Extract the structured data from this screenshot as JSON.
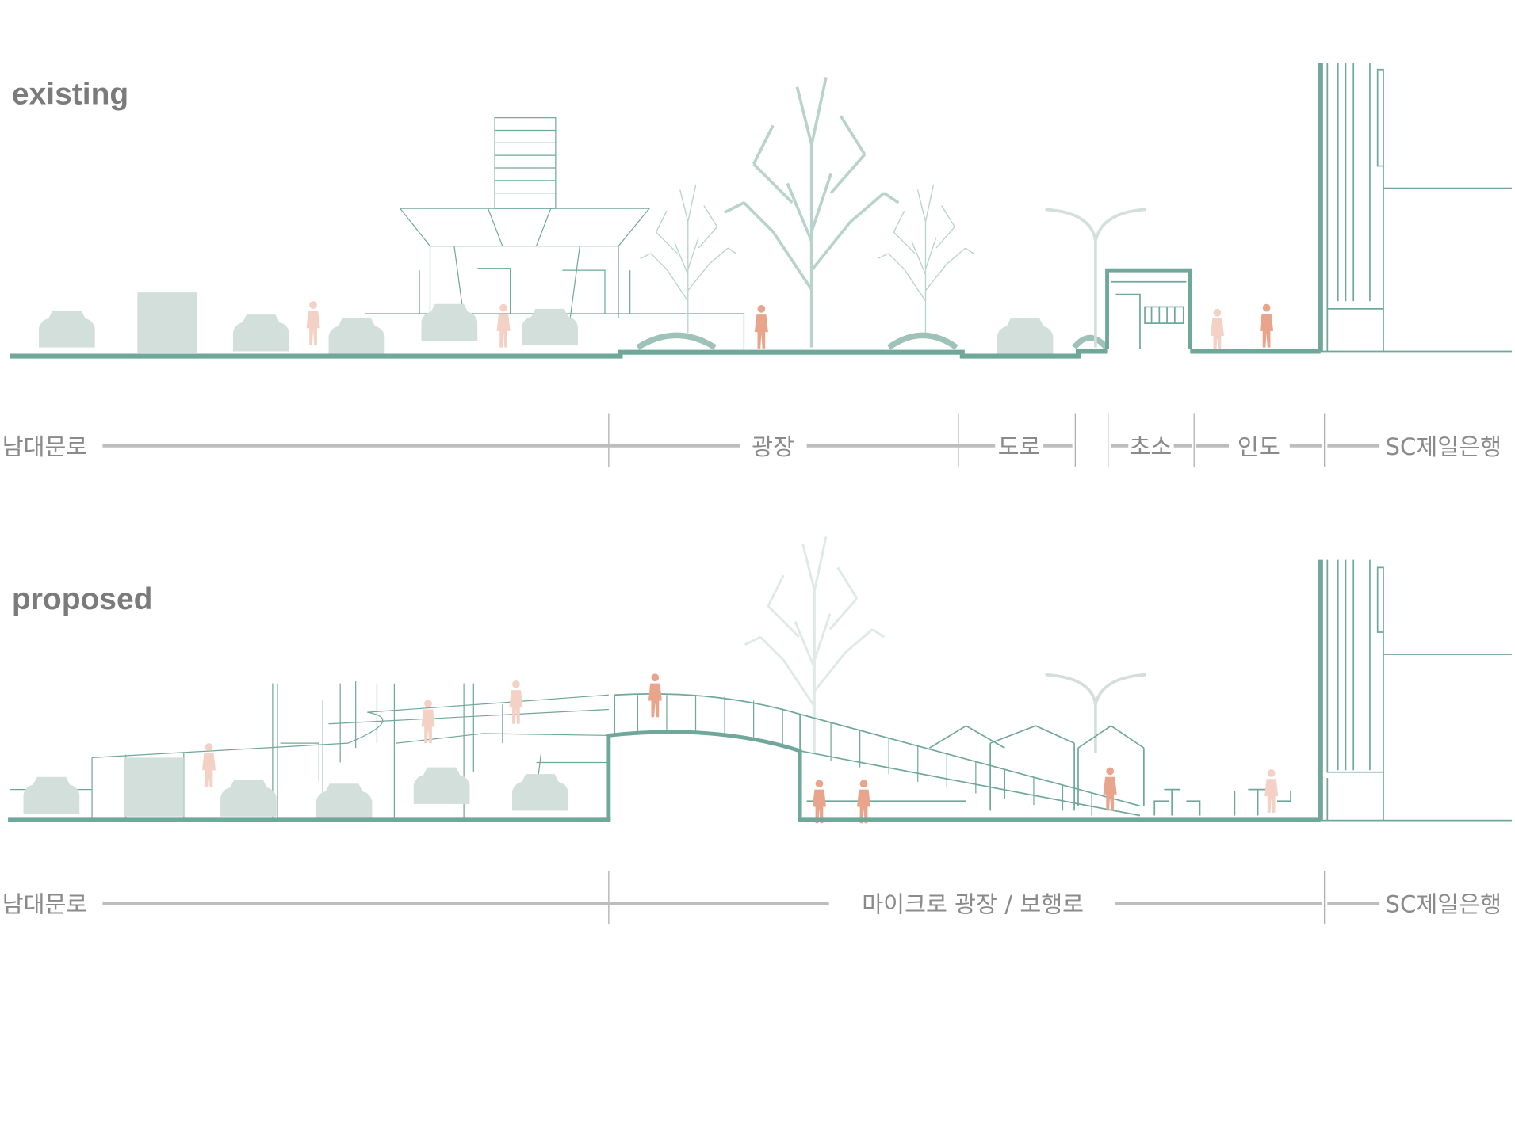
{
  "sections": [
    {
      "title": "existing",
      "labels": [
        "남대문로",
        "광장",
        "도로",
        "초소",
        "인도",
        "SC제일은행"
      ]
    },
    {
      "title": "proposed",
      "labels": [
        "남대문로",
        "마이크로 광장 / 보행로",
        "SC제일은행"
      ]
    }
  ],
  "colors": {
    "structure": "#6fa89a",
    "vehicles": "#d3dfda",
    "people": "#e8a58c",
    "text": "#7b7b7b",
    "dimension": "#bdbdbd"
  }
}
